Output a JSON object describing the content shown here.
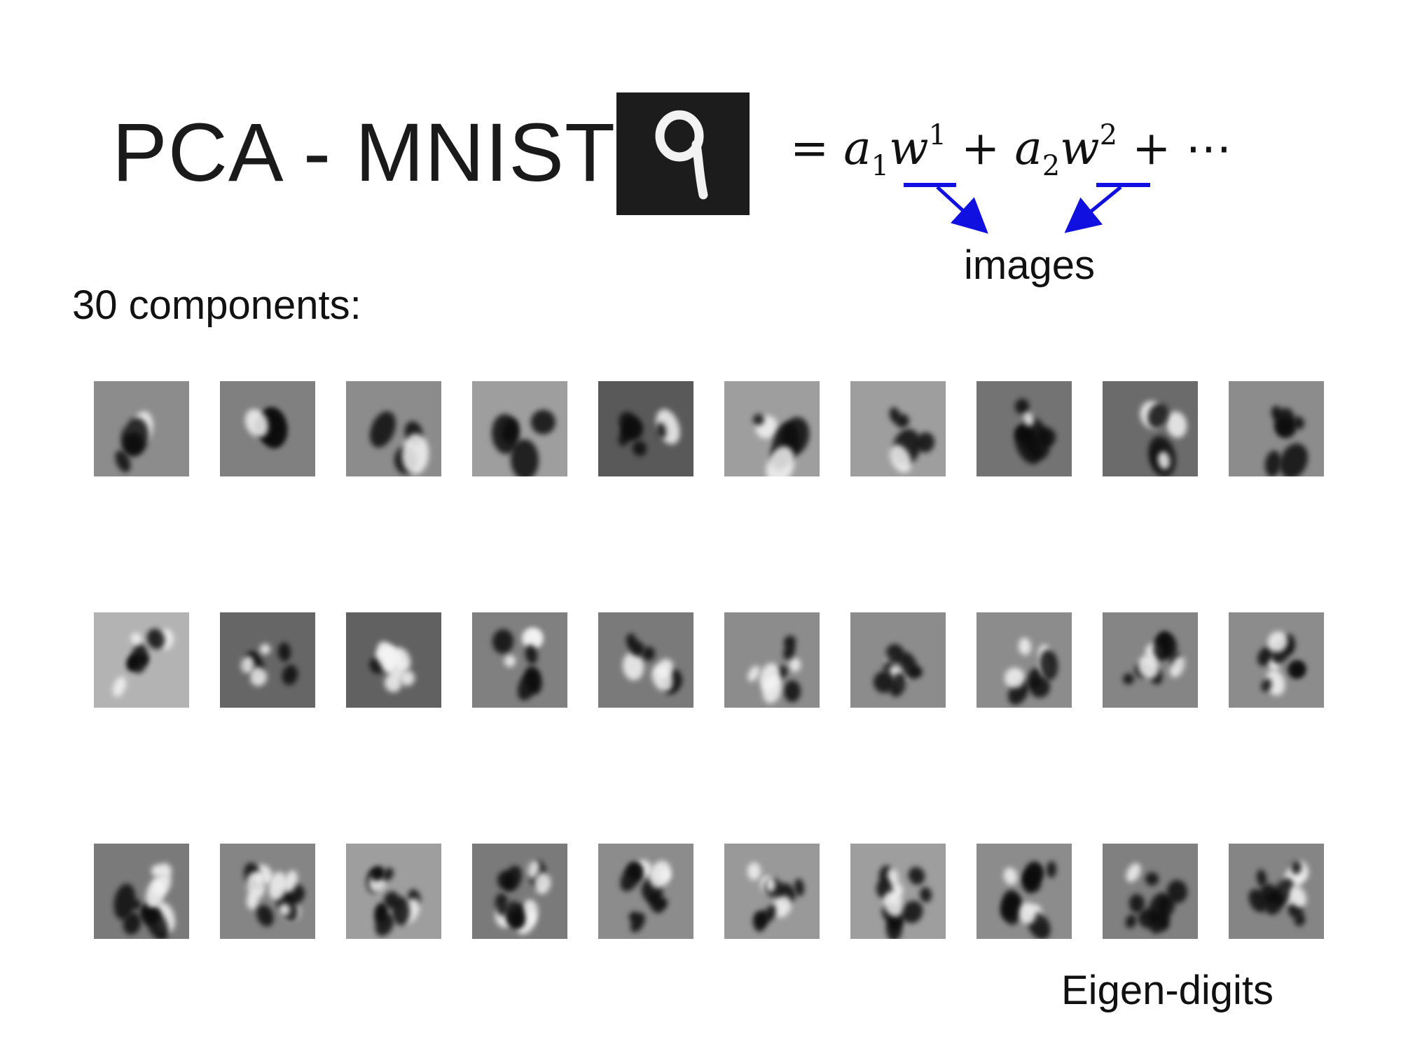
{
  "title": "PCA - MNIST",
  "formula": {
    "equals": "=",
    "a": "a",
    "w": "w",
    "sub1": "1",
    "sup1": "1",
    "sub2": "2",
    "sup2": "2",
    "plus": "+",
    "ellipsis": "⋯"
  },
  "images_label": "images",
  "subtitle": "30 components:",
  "caption": "Eigen-digits",
  "colors": {
    "arrow": "#1010e0",
    "digit_background": "#1c1c1c",
    "digit_stroke": "#f2f2f2"
  },
  "components": {
    "count": 30,
    "rows": 3,
    "columns": 10,
    "tile_gray_levels": [
      0.55,
      0.5,
      0.55,
      0.62,
      0.35,
      0.62,
      0.62,
      0.45,
      0.42,
      0.55,
      0.7,
      0.4,
      0.38,
      0.5,
      0.48,
      0.55,
      0.55,
      0.55,
      0.52,
      0.55,
      0.48,
      0.52,
      0.62,
      0.48,
      0.55,
      0.6,
      0.62,
      0.55,
      0.5,
      0.52
    ]
  }
}
